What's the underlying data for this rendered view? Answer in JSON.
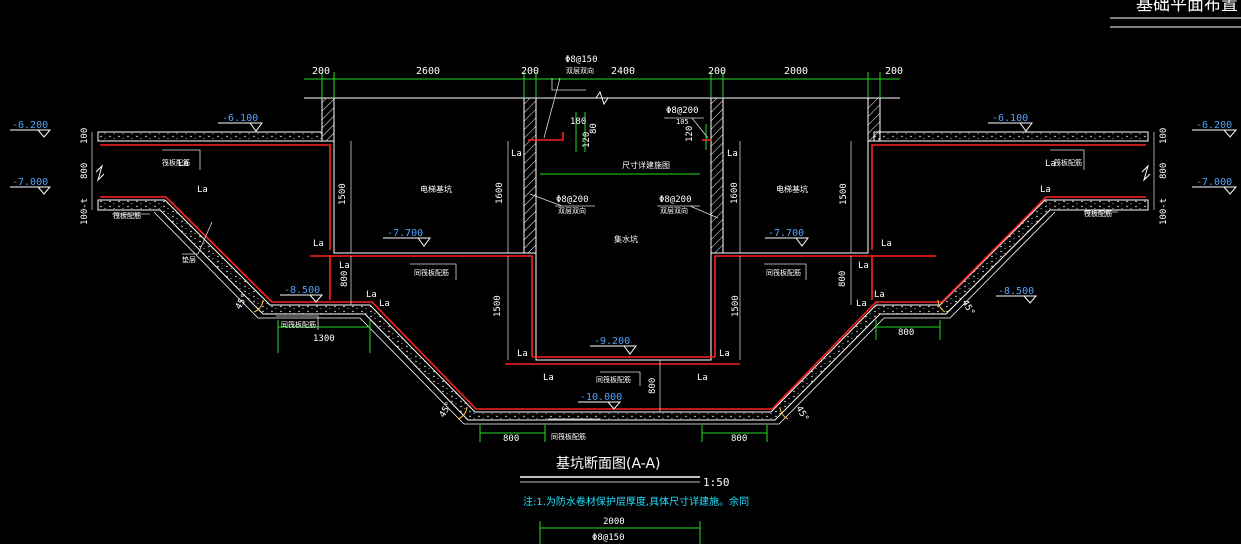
{
  "colors": {
    "background": "#000000",
    "wall": "#ffffff",
    "rebar": "#ff2020",
    "dimension": "#22dd22",
    "text": "#ffffff",
    "note": "#22e0ff",
    "elevation": "#4fa3ff",
    "leader": "#dddddd"
  },
  "header": {
    "text": "基础平面布置"
  },
  "dims_top": [
    "200",
    "2600",
    "200",
    "2400",
    "200",
    "2000",
    "200"
  ],
  "dims_misc": {
    "w1300": "1300",
    "w800_right": "800",
    "w800_bl": "800",
    "w800_br": "800",
    "w2000": "2000",
    "v180": "180",
    "v80": "80",
    "v120_l": "120",
    "v120_r": "120",
    "v100": "100",
    "h1500_l": "1500",
    "h1600_l": "1600",
    "h1600_r": "1600",
    "h1500_r": "1500",
    "h800_l": "800",
    "h800_r": "800",
    "h1500_bl": "1500",
    "h1500_br": "1500",
    "h800_c": "800",
    "lt_100a": "100",
    "lt_800": "800",
    "lt_100b": "100-t",
    "rt_100a": "100",
    "rt_800": "800",
    "rt_100b": "100-t"
  },
  "elevations": {
    "e6200_l": "-6.200",
    "e6100_l": "-6.100",
    "e7000_l": "-7.000",
    "e6200_r": "-6.200",
    "e6100_r": "-6.100",
    "e7000_r": "-7.000",
    "e7700_l": "-7.700",
    "e7700_r": "-7.700",
    "e8500_l": "-8.500",
    "e8500_r": "-8.500",
    "e9200": "-9.200",
    "e10000": "-10.000"
  },
  "rebar_labels": {
    "phi150": "Φ8@150",
    "phi150_sub": "双层双向",
    "phi200_a": "Φ8@200",
    "phi200_a_sub": "105",
    "phi200_b": "Φ8@200",
    "phi200_b_sub": "双层双向",
    "phi200_c": "Φ8@200",
    "phi200_c_sub": "双层双向",
    "phi150_bottom": "Φ8@150"
  },
  "room_labels": {
    "left": "电梯基坑",
    "right": "电梯基坑",
    "center": "集水坑",
    "center_top": "尺寸详建施图"
  },
  "anchor": "La",
  "angle": "45°",
  "notes": {
    "fill_tl": "筏板配筋",
    "fill_ml": "筏板配筋",
    "fill_tr": "筏板配筋",
    "fill_mr": "筏板配筋",
    "same_l": "同筏板配筋",
    "same_r": "同筏板配筋",
    "same_bl": "同筏板配筋",
    "same_c": "同筏板配筋",
    "same_b": "同筏板配筋",
    "cushion": "垫层"
  },
  "section": {
    "title": "基坑断面图(A-A)",
    "scale": "1:50"
  },
  "footnote": "注:1.为防水卷材保护层厚度,具体尺寸详建施。余同"
}
